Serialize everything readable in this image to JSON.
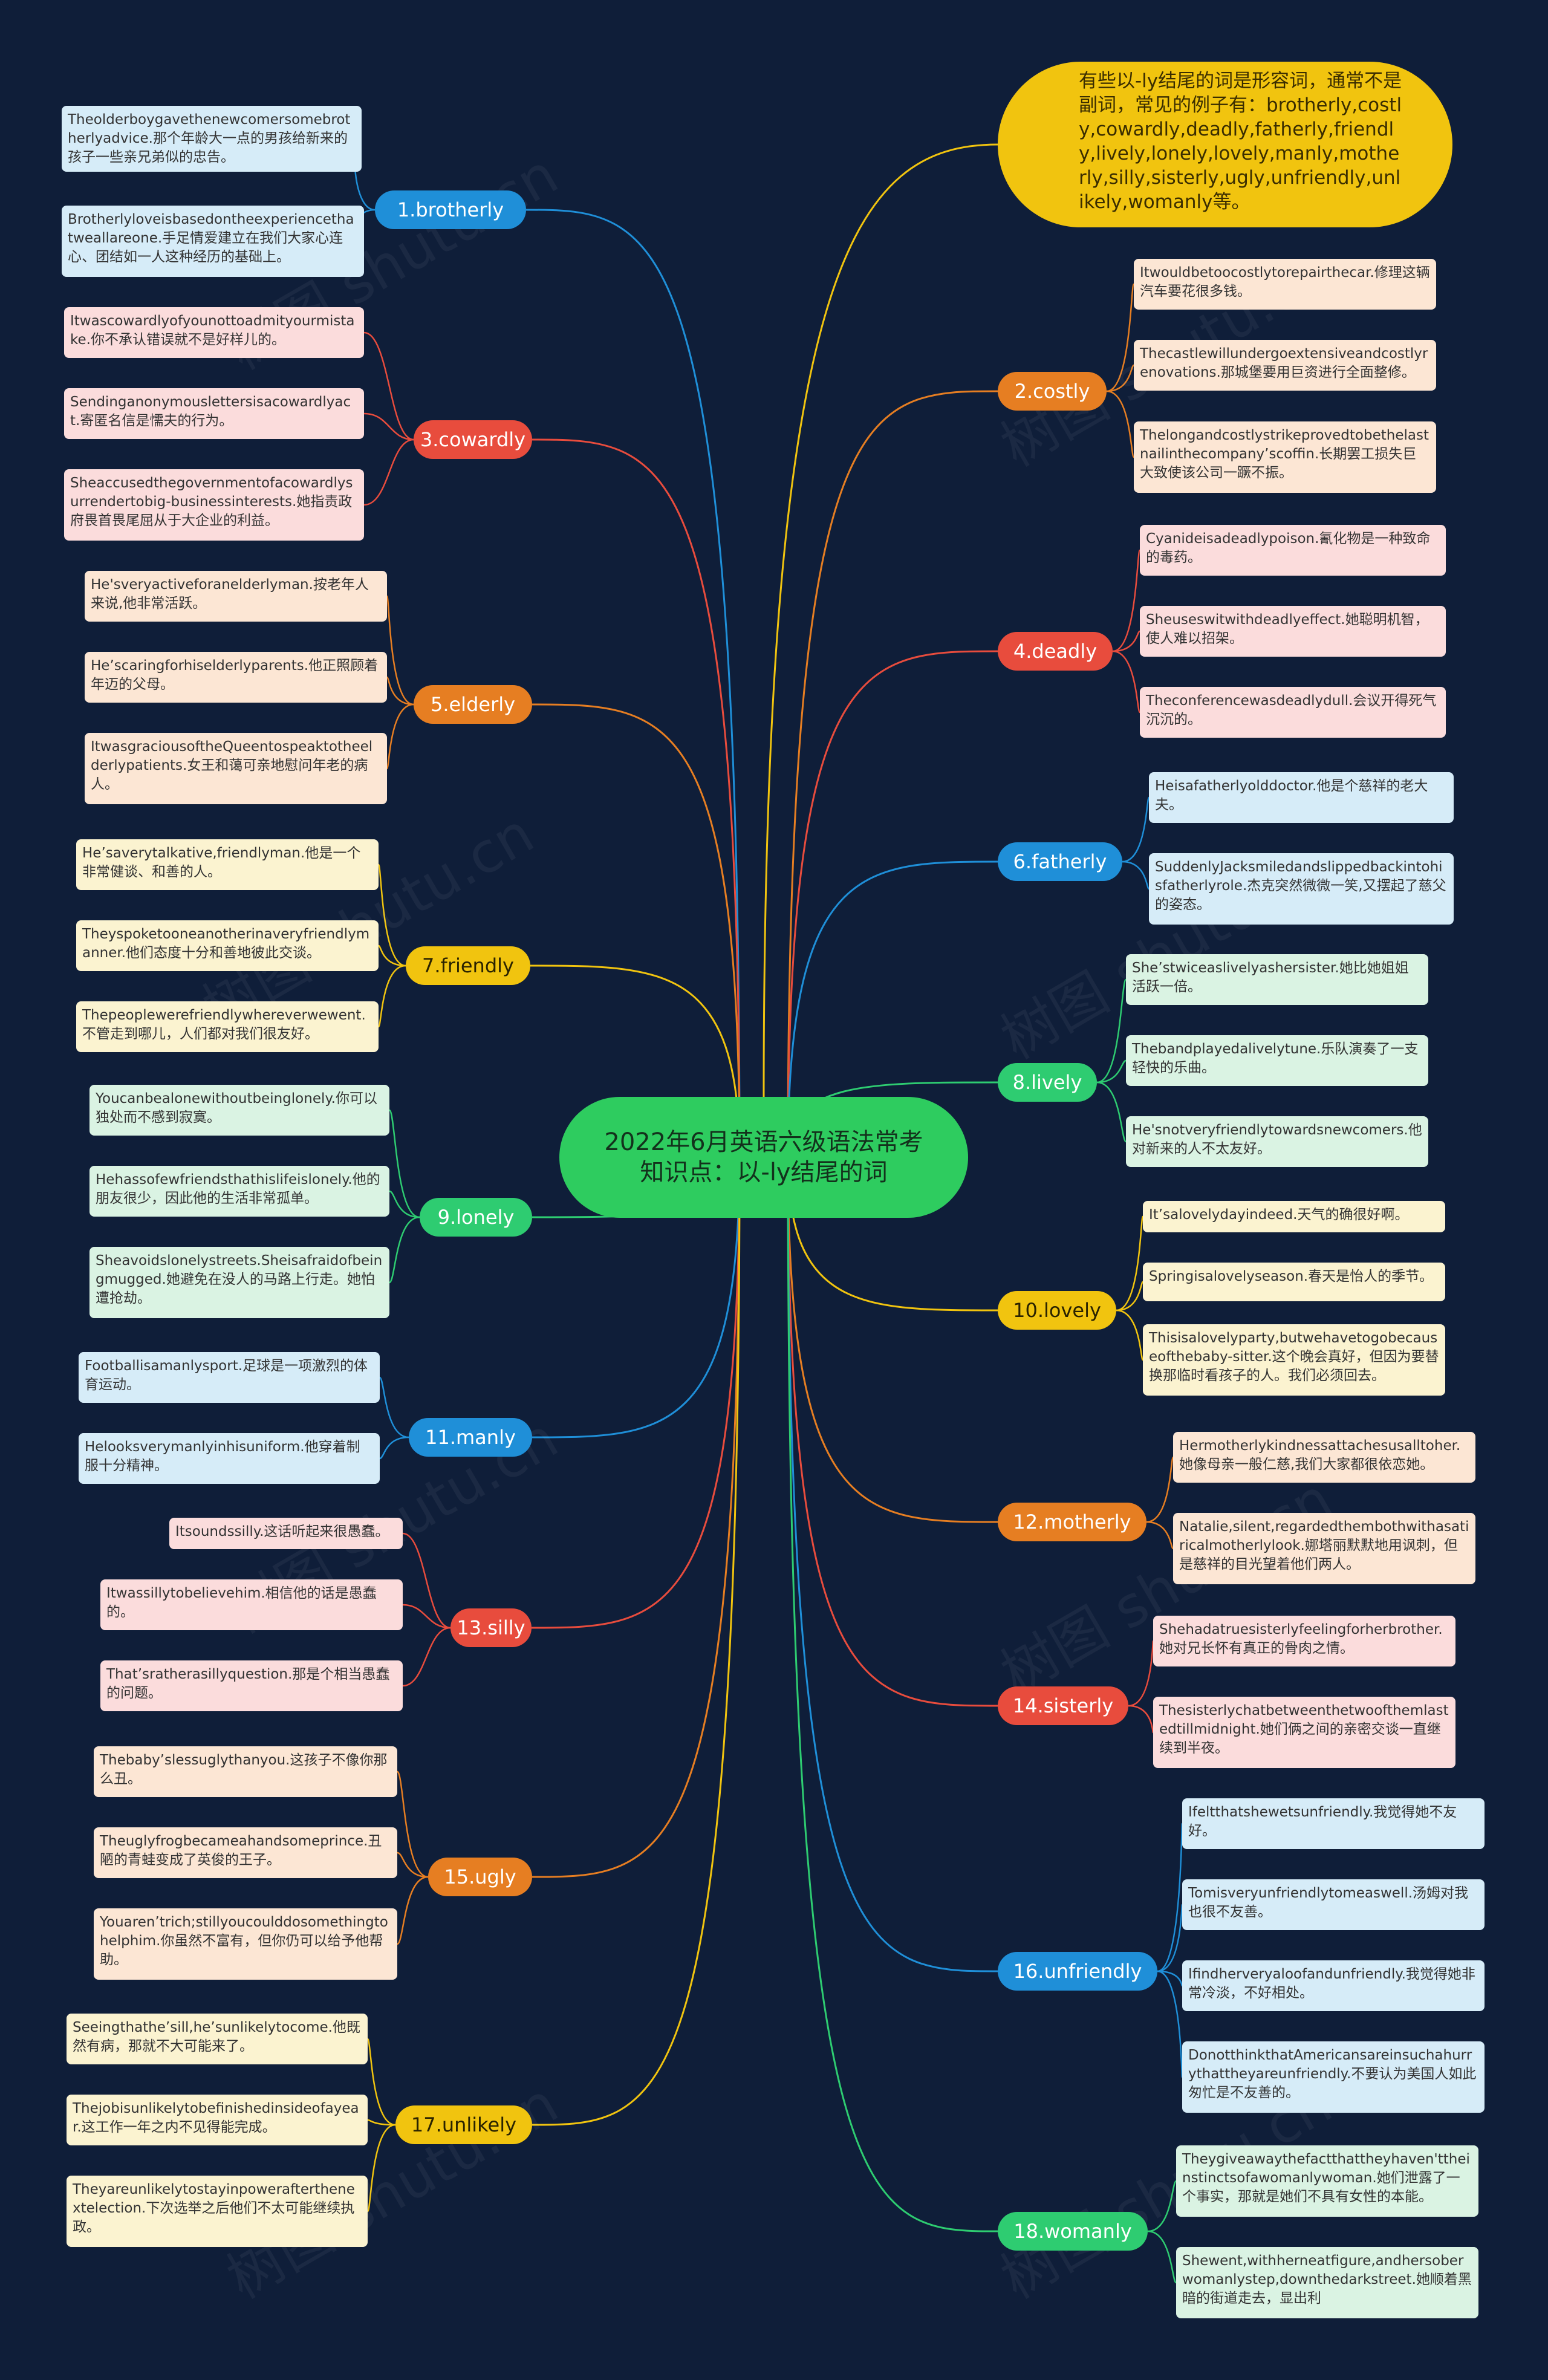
{
  "central": {
    "title": "2022年6月英语六级语法常考知识点：以-ly结尾的词"
  },
  "intro": {
    "text": "有些以-ly结尾的词是形容词，通常不是副词，常见的例子有：brotherly,costly,cowardly,deadly,fatherly,friendly,lively,lonely,lovely,manly,motherly,silly,sisterly,ugly,unfriendly,unlikely,womanly等。"
  },
  "watermark": "树图 shutu.cn",
  "colors": {
    "background": "#0f1e39",
    "root": "#2ecc5f",
    "intro": "#f1c40f",
    "blue": "#1f8fd8",
    "red": "#e84c3d",
    "orange": "#e67e22",
    "yellow": "#f1c40f",
    "green": "#2ecc71"
  },
  "topics": [
    {
      "label": "1.brotherly",
      "color": "blue",
      "leaves": [
        "Theolderboygavethenewcomersomebrotherlyadvice.那个年龄大一点的男孩给新来的孩子一些亲兄弟似的忠告。",
        "Brotherlyloveisbasedontheexperiencethatweallareone.手足情爱建立在我们大家心连心、团结如一人这种经历的基础上。"
      ]
    },
    {
      "label": "2.costly",
      "color": "orange",
      "leaves": [
        "Itwouldbetoocostlytorepairthecar.修理这辆汽车要花很多钱。",
        "Thecastlewillundergoextensiveandcostlyrenovations.那城堡要用巨资进行全面整修。",
        "Thelongandcostlystrikeprovedtobethelastnailinthecompany’scoffin.长期罢工损失巨大致使该公司一蹶不振。"
      ]
    },
    {
      "label": "3.cowardly",
      "color": "red",
      "leaves": [
        "Itwascowardlyofyounottoadmityourmistake.你不承认错误就不是好样儿的。",
        "Sendinganonymouslettersisacowardlyact.寄匿名信是懦夫的行为。",
        "Sheaccusedthegovernmentofacowardlysurrendertobig-businessinterests.她指责政府畏首畏尾屈从于大企业的利益。"
      ]
    },
    {
      "label": "4.deadly",
      "color": "red",
      "leaves": [
        "Cyanideisadeadlypoison.氰化物是一种致命的毒药。",
        "Sheuseswitwithdeadlyeffect.她聪明机智，使人难以招架。",
        "Theconferencewasdeadlydull.会议开得死气沉沉的。"
      ]
    },
    {
      "label": "5.elderly",
      "color": "orange",
      "leaves": [
        "He'sveryactiveforanelderlyman.按老年人来说,他非常活跃。",
        "He’scaringforhiselderlyparents.他正照顾着年迈的父母。",
        "ItwasgraciousoftheQueentospeaktotheelderlypatients.女王和蔼可亲地慰问年老的病人。"
      ]
    },
    {
      "label": "6.fatherly",
      "color": "blue",
      "leaves": [
        "Heisafatherlyolddoctor.他是个慈祥的老大夫。",
        "SuddenlyJacksmiledandslippedbackintohisfatherlyrole.杰克突然微微一笑,又摆起了慈父的姿态。"
      ]
    },
    {
      "label": "7.friendly",
      "color": "yellow",
      "leaves": [
        "He’saverytalkative,friendlyman.他是一个非常健谈、和善的人。",
        "Theyspoketooneanotherinaveryfriendlymanner.他们态度十分和善地彼此交谈。",
        "Thepeoplewerefriendlywhereverwewent.不管走到哪儿，人们都对我们很友好。"
      ]
    },
    {
      "label": "8.lively",
      "color": "green",
      "leaves": [
        "She’stwiceaslivelyashersister.她比她姐姐活跃一倍。",
        "Thebandplayedalivelytune.乐队演奏了一支轻快的乐曲。",
        "He'snotveryfriendlytowardsnewcomers.他对新来的人不太友好。"
      ]
    },
    {
      "label": "9.lonely",
      "color": "green",
      "leaves": [
        "Youcanbealonewithoutbeinglonely.你可以独处而不感到寂寞。",
        "Hehassofewfriendsthathislifeislonely.他的朋友很少，因此他的生活非常孤单。",
        "Sheavoidslonelystreets.Sheisafraidofbeingmugged.她避免在没人的马路上行走。她怕遭抢劫。"
      ]
    },
    {
      "label": "10.lovely",
      "color": "yellow",
      "leaves": [
        "It’salovelydayindeed.天气的确很好啊。",
        "Springisalovelyseason.春天是怡人的季节。",
        "Thisisalovelyparty,butwehavetogobecauseofthebaby-sitter.这个晚会真好，但因为要替换那临时看孩子的人。我们必须回去。"
      ]
    },
    {
      "label": "11.manly",
      "color": "blue",
      "leaves": [
        "Footballisamanlysport.足球是一项激烈的体育运动。",
        "Helooksverymanlyinhisuniform.他穿着制服十分精神。"
      ]
    },
    {
      "label": "12.motherly",
      "color": "orange",
      "leaves": [
        "Hermotherlykindnessattachesusalltoher.她像母亲一般仁慈,我们大家都很依恋她。",
        "Natalie,silent,regardedthembothwithasatiricalmotherlylook.娜塔丽默默地用讽刺，但是慈祥的目光望着他们两人。"
      ]
    },
    {
      "label": "13.silly",
      "color": "red",
      "leaves": [
        "Itsoundssilly.这话听起来很愚蠢。",
        "Itwassillytobelievehim.相信他的话是愚蠢的。",
        "That’sratherasillyquestion.那是个相当愚蠢的问题。"
      ]
    },
    {
      "label": "14.sisterly",
      "color": "red",
      "leaves": [
        "Shehadatruesisterlyfeelingforherbrother.她对兄长怀有真正的骨肉之情。",
        "Thesisterlychatbetweenthetwoofthemlastedtillmidnight.她们俩之间的亲密交谈一直继续到半夜。"
      ]
    },
    {
      "label": "15.ugly",
      "color": "orange",
      "leaves": [
        "Thebaby’slessuglythanyou.这孩子不像你那么丑。",
        "Theuglyfrogbecameahandsomeprince.丑陋的青蛙变成了英俊的王子。",
        "Youaren’trich;stillyoucoulddosomethingtohelphim.你虽然不富有，但你仍可以给予他帮助。"
      ]
    },
    {
      "label": "16.unfriendly",
      "color": "blue",
      "leaves": [
        "Ifeltthatshewetsunfriendly.我觉得她不友好。",
        "Tomisveryunfriendlytomeaswell.汤姆对我也很不友善。",
        "Ifindherveryaloofandunfriendly.我觉得她非常冷淡，不好相处。",
        "DonotthinkthatAmericansareinsuchahurrythattheyareunfriendly.不要认为美国人如此匆忙是不友善的。"
      ]
    },
    {
      "label": "17.unlikely",
      "color": "yellow",
      "leaves": [
        "Seeingthathe’sill,he’sunlikelytocome.他既然有病，那就不大可能来了。",
        "Thejobisunlikelytobefinishedinsideofayear.这工作一年之内不见得能完成。",
        "Theyareunlikelytostayinpowerafterthenextelection.下次选举之后他们不太可能继续执政。"
      ]
    },
    {
      "label": "18.womanly",
      "color": "green",
      "leaves": [
        "Theygiveawaythefactthattheyhaven'ttheinstinctsofawomanlywoman.她们泄露了一个事实，那就是她们不具有女性的本能。",
        "Shewent,withherneatfigure,andhersoberwomanlystep,downthedarkstreet.她顺着黑暗的街道走去，显出利"
      ]
    }
  ]
}
